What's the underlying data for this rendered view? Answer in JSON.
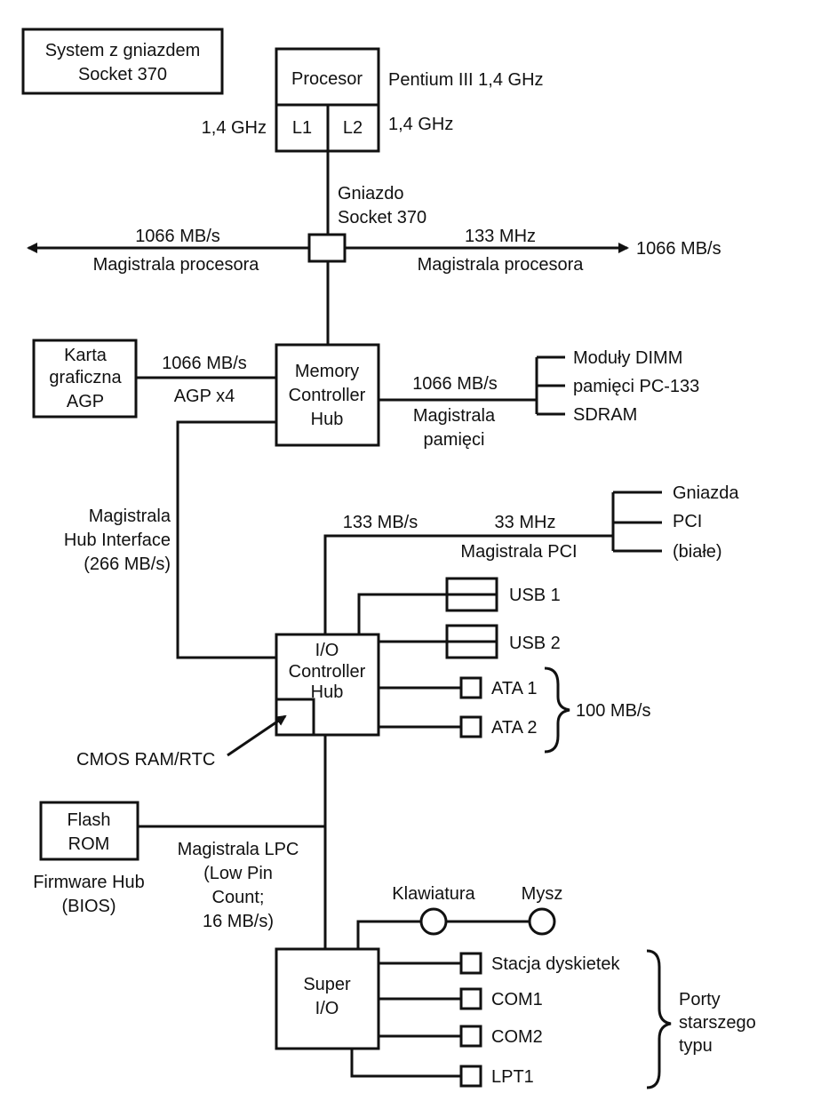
{
  "title_box": [
    "System z gniazdem",
    "Socket 370"
  ],
  "processor": {
    "label": "Procesor",
    "l1": "L1",
    "l2": "L2",
    "model": "Pentium III 1,4 GHz",
    "l1_speed": "1,4 GHz",
    "l2_speed": "1,4 GHz"
  },
  "socket": [
    "Gniazdo",
    "Socket 370"
  ],
  "cpu_bus": {
    "left_speed": "1066 MB/s",
    "left_label": "Magistrala procesora",
    "right_speed": "133 MHz",
    "right_label": "Magistrala procesora",
    "right_end": "1066 MB/s"
  },
  "agp": {
    "box": [
      "Karta",
      "graficzna",
      "AGP"
    ],
    "speed": "1066 MB/s",
    "label": "AGP x4"
  },
  "mch": [
    "Memory",
    "Controller",
    "Hub"
  ],
  "memory_bus": {
    "speed": "1066 MB/s",
    "label": [
      "Magistrala",
      "pamięci"
    ],
    "modules": [
      "Moduły DIMM",
      "pamięci PC-133",
      "SDRAM"
    ]
  },
  "hub_interface": [
    "Magistrala",
    "Hub Interface",
    "(266 MB/s)"
  ],
  "pci": {
    "speed": "133 MB/s",
    "clock": "33 MHz",
    "label": "Magistrala PCI",
    "slots": [
      "Gniazda",
      "PCI",
      "(białe)"
    ]
  },
  "usb": [
    "USB 1",
    "USB 2"
  ],
  "ich": [
    "I/O",
    "Controller",
    "Hub"
  ],
  "ata": [
    "ATA 1",
    "ATA 2"
  ],
  "ata_speed": "100 MB/s",
  "cmos": "CMOS RAM/RTC",
  "flash": {
    "box": [
      "Flash",
      "ROM"
    ],
    "label": [
      "Firmware Hub",
      "(BIOS)"
    ]
  },
  "lpc": [
    "Magistrala LPC",
    "(Low Pin",
    "Count;",
    "16 MB/s)"
  ],
  "keyboard": "Klawiatura",
  "mouse": "Mysz",
  "super_io": [
    "Super",
    "I/O"
  ],
  "legacy_ports": [
    "Stacja dyskietek",
    "COM1",
    "COM2",
    "LPT1"
  ],
  "legacy_label": [
    "Porty",
    "starszego",
    "typu"
  ]
}
